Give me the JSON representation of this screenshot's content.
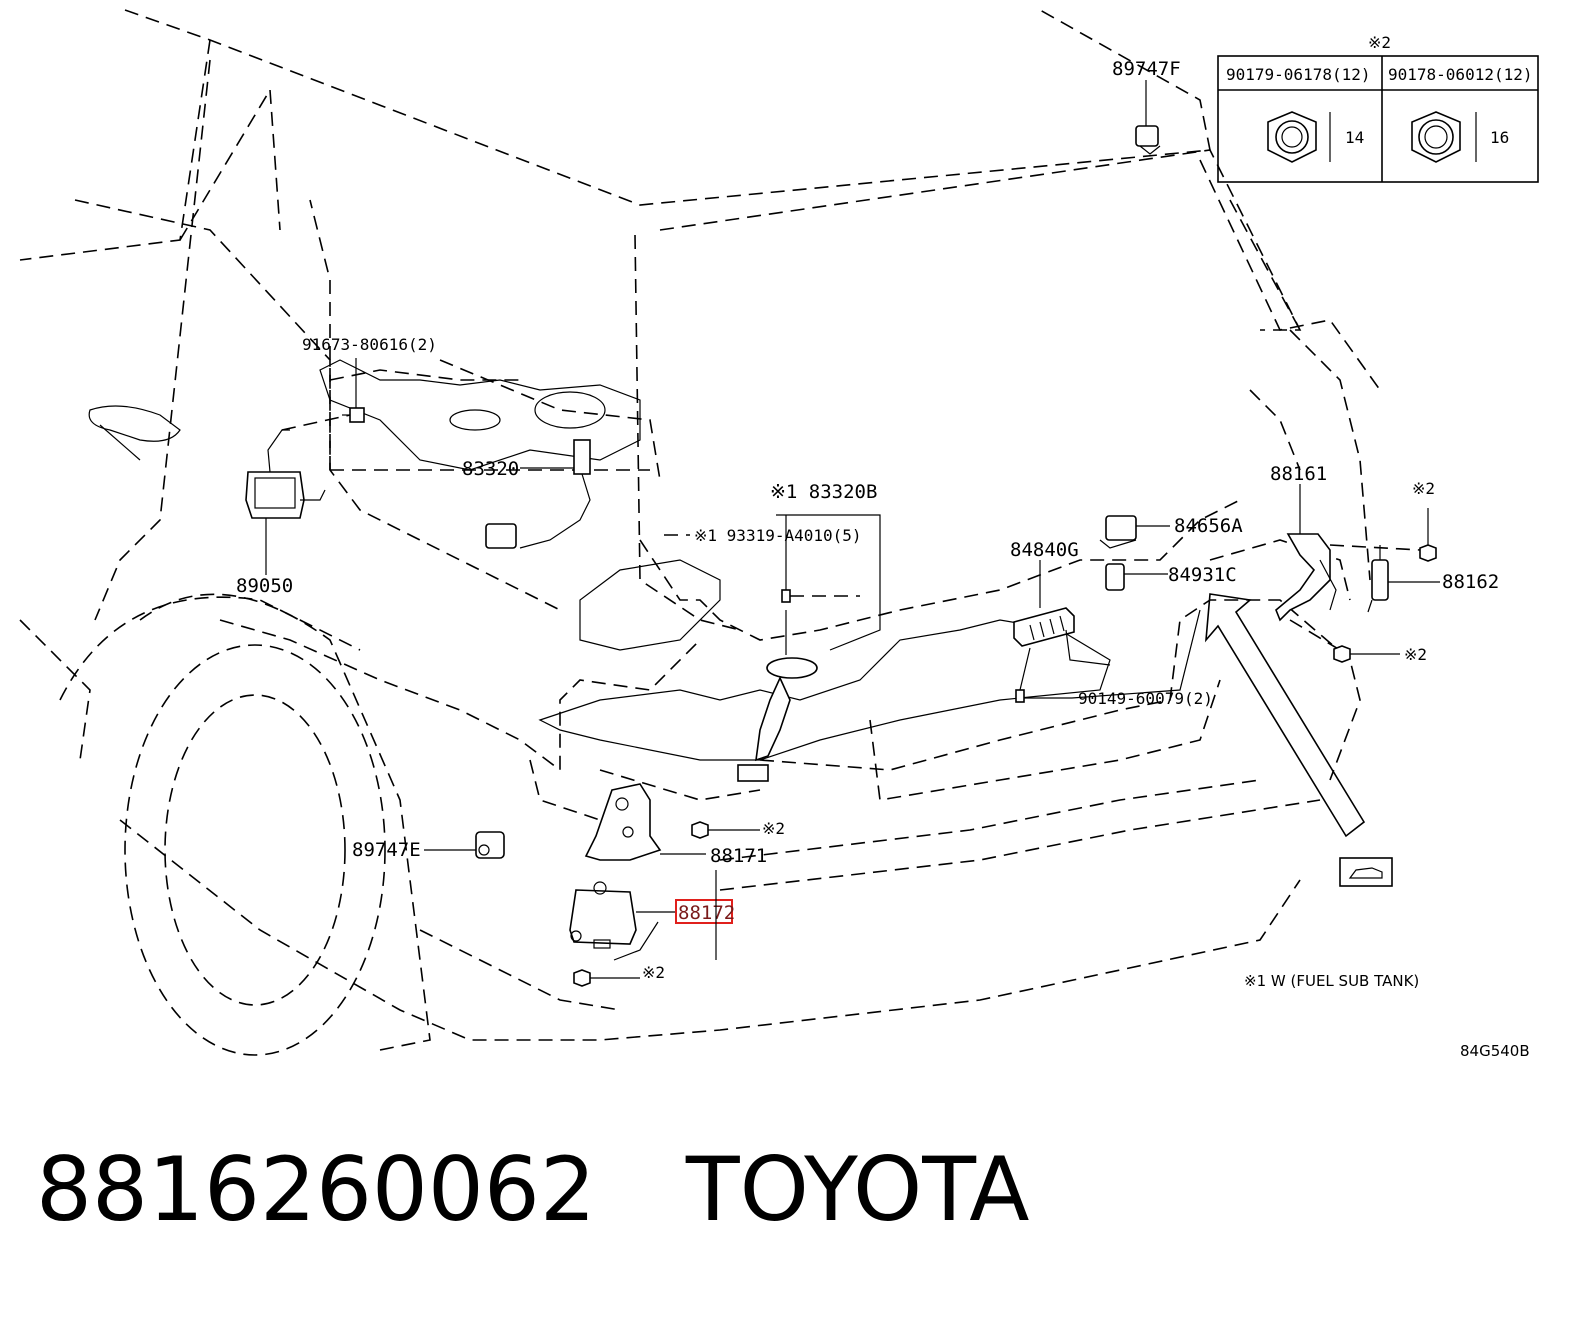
{
  "diagram": {
    "callouts": {
      "p89747F": "89747F",
      "p89747E": "89747E",
      "p91673": "91673-80616(2)",
      "p83320": "83320",
      "p89050": "89050",
      "p83320B": "※1 83320B",
      "p93319": "※1 93319-A4010(5)",
      "p84840G": "84840G",
      "p84656A": "84656A",
      "p84931C": "84931C",
      "p88161": "88161",
      "p88162": "88162",
      "p90149": "90149-60079(2)",
      "p88171": "88171",
      "p88172": "88172",
      "mark2_top": "※2",
      "mark2_8162": "※2",
      "mark2_bolt": "※2",
      "mark2_88171": "※2",
      "mark2_88172": "※2"
    },
    "fastener_table": {
      "header_mark": "※2",
      "col1_part": "90179-06178(12)",
      "col2_part": "90178-06012(12)",
      "col1_size": "14",
      "col2_size": "16"
    },
    "footnote": "※1 W (FUEL SUB TANK)",
    "drawing_code": "84G540B",
    "highlighted_part": "88172"
  },
  "footer": {
    "part_number": "8816260062",
    "brand": "TOYOTA"
  },
  "colors": {
    "line": "#000000",
    "highlight": "#e0201c",
    "background": "#ffffff"
  }
}
